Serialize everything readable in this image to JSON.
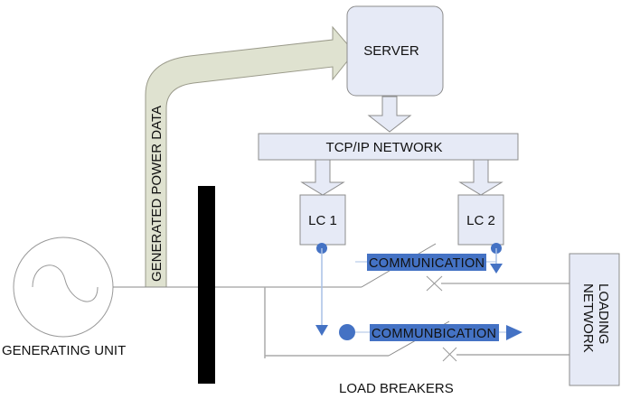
{
  "diagram": {
    "server": {
      "label": "SERVER"
    },
    "network": {
      "label": "TCP/IP NETWORK"
    },
    "controllers": [
      {
        "label": "LC 1"
      },
      {
        "label": "LC 2"
      }
    ],
    "data_arrow": {
      "label": "GENERATED POWER DATA"
    },
    "generator": {
      "label": "GENERATING UNIT"
    },
    "load_network": {
      "label_line1": "LOADING",
      "label_line2": "NETWORK"
    },
    "communication_links": [
      {
        "label": "COMMUNICATION"
      },
      {
        "label": "COMMUNBICATION"
      }
    ],
    "breakers": {
      "label": "LOAD BREAKERS"
    },
    "colors": {
      "box_fill": "#e6eaf6",
      "box_stroke": "#8c8c8c",
      "data_arrow_fill": "#dfe2d0",
      "comm_blue": "#4472c4",
      "link_line": "#a9c1e6",
      "wire": "#888888",
      "bus_bar": "#000000"
    }
  }
}
